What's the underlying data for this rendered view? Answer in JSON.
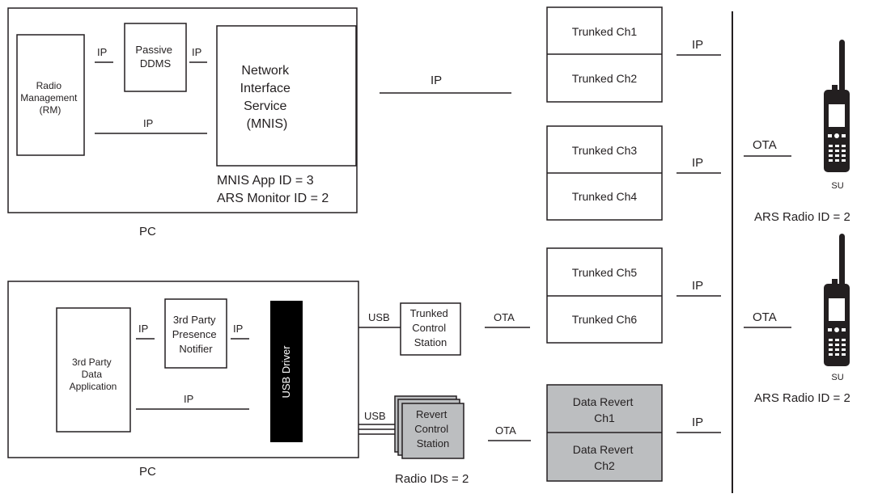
{
  "pc_top": {
    "rm_lines": [
      "Radio",
      "Management",
      "(RM)"
    ],
    "ddms_lines": [
      "Passive",
      "DDMS"
    ],
    "mnis_lines": [
      "Network",
      "Interface",
      "Service",
      "(MNIS)"
    ],
    "ip_rm_ddms": "IP",
    "ip_ddms_mnis": "IP",
    "ip_rm_mnis": "IP",
    "app_id": "MNIS App ID = 3",
    "ars_monitor_id": "ARS Monitor ID = 2",
    "pc_label": "PC"
  },
  "ip_mnis_trunk": "IP",
  "pc_bottom": {
    "app_lines": [
      "3rd Party",
      "Data",
      "Application"
    ],
    "notifier_lines": [
      "3rd Party",
      "Presence",
      "Notifier"
    ],
    "ip_app_notifier": "IP",
    "ip_notifier_driver": "IP",
    "ip_app_driver": "IP",
    "usb_driver": "USB Driver",
    "pc_label": "PC"
  },
  "stations": {
    "trunked_lines": [
      "Trunked",
      "Control",
      "Station"
    ],
    "revert_lines": [
      "Revert",
      "Control",
      "Station"
    ],
    "usb_trunked": "USB",
    "usb_revert": "USB",
    "ota_trunked": "OTA",
    "ota_revert": "OTA",
    "radio_ids": "Radio IDs = 2"
  },
  "channels": {
    "ch1": "Trunked Ch1",
    "ch2": "Trunked Ch2",
    "ch3": "Trunked Ch3",
    "ch4": "Trunked Ch4",
    "ch5": "Trunked Ch5",
    "ch6": "Trunked Ch6",
    "revert1_lines": [
      "Data Revert",
      "Ch1"
    ],
    "revert2_lines": [
      "Data Revert",
      "Ch2"
    ]
  },
  "backbone_ip": [
    "IP",
    "IP",
    "IP",
    "IP"
  ],
  "ota_su1": "OTA",
  "ota_su2": "OTA",
  "su1": {
    "label": "SU",
    "ars": "ARS Radio ID = 2"
  },
  "su2": {
    "label": "SU",
    "ars": "ARS Radio ID = 2"
  },
  "colors": {
    "line": "#231f20",
    "revert_fill": "#bcbec0",
    "driver_fill": "#000000"
  }
}
